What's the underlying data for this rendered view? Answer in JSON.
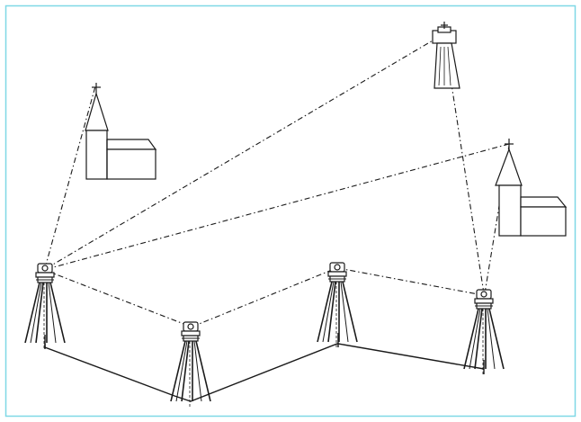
{
  "figure": {
    "frame_color": "#7fd8e6",
    "ink_color": "#1a1a1a",
    "background": "#ffffff"
  },
  "icons": {
    "tripod_station": "total-station-on-tripod",
    "church": "church-with-spire",
    "tower": "observation-tower"
  }
}
